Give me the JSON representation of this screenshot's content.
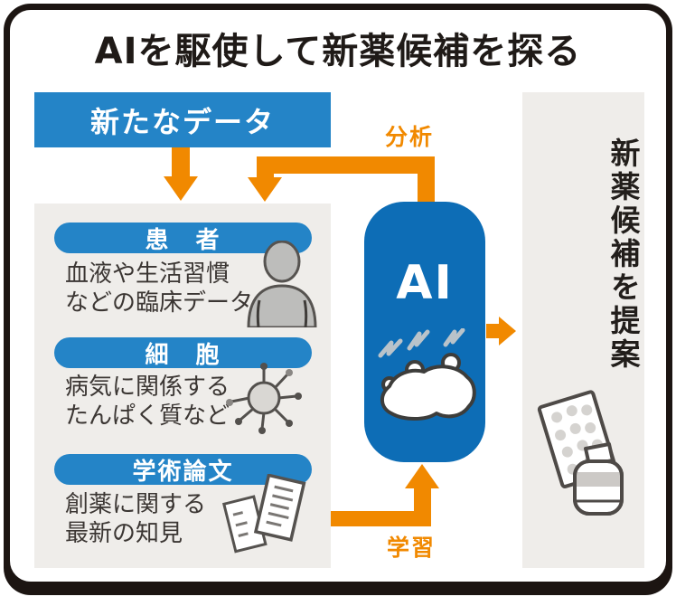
{
  "title": "AIを駆使して新薬候補を探る",
  "input_box": {
    "label": "新たなデータ"
  },
  "flow_labels": {
    "analysis": "分析",
    "learning": "学習"
  },
  "ai_box": {
    "label": "AI"
  },
  "output_panel": {
    "label": "新薬候補を提案"
  },
  "sources": [
    {
      "header": "患　者",
      "desc_line1": "血液や生活習慣",
      "desc_line2": "などの臨床データ",
      "icon": "patient-icon"
    },
    {
      "header": "細　胞",
      "desc_line1": "病気に関係する",
      "desc_line2": "たんぱく質など",
      "icon": "cell-icon"
    },
    {
      "header": "学術論文",
      "desc_line1": "創薬に関する",
      "desc_line2": "最新の知見",
      "icon": "papers-icon"
    }
  ],
  "icons": {
    "ai_machine": "ai-machine-icon",
    "medicine": "medicine-icon"
  },
  "colors": {
    "header_blue": "#2484c7",
    "ai_blue": "#0d6db6",
    "orange": "#f18900",
    "panel_gray": "#efedea",
    "frame_black": "#1c1512"
  }
}
